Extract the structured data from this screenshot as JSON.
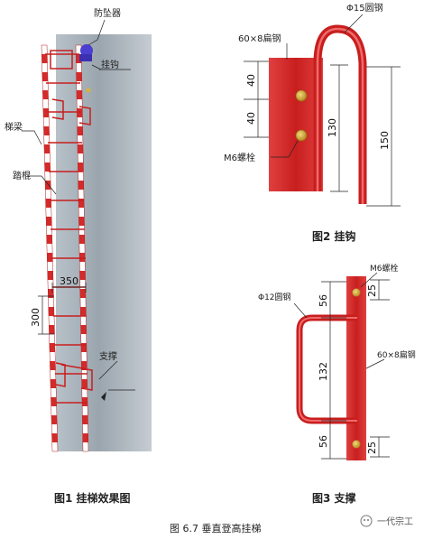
{
  "figure1": {
    "labels": {
      "fall_arrester": "防坠器",
      "hook": "挂钩",
      "ladder_beam": "梯梁",
      "rung": "踏棍",
      "support": "支撑",
      "dim_350": "350",
      "dim_300": "300"
    },
    "caption": "图1 挂梯效果图"
  },
  "figure2": {
    "labels": {
      "round_steel": "Φ15圆钢",
      "flat_steel": "60×8扁钢",
      "bolt": "M6螺栓",
      "dim_40a": "40",
      "dim_40b": "40",
      "dim_130": "130",
      "dim_150": "150"
    },
    "caption": "图2 挂钩"
  },
  "figure3": {
    "labels": {
      "bolt": "M6螺栓",
      "round_steel": "Φ12圆钢",
      "flat_steel": "60×8扁钢",
      "dim_56a": "56",
      "dim_132": "132",
      "dim_56b": "56",
      "dim_25a": "25",
      "dim_25b": "25"
    },
    "caption": "图3 支撑"
  },
  "main_caption": "图 6.7 垂直登高挂梯",
  "watermark": "一代宗工",
  "colors": {
    "red": "#d42a2a",
    "gray_column": "#a9b3bb",
    "bolt": "#d8b23a",
    "arrester": "#4a3fd0"
  }
}
